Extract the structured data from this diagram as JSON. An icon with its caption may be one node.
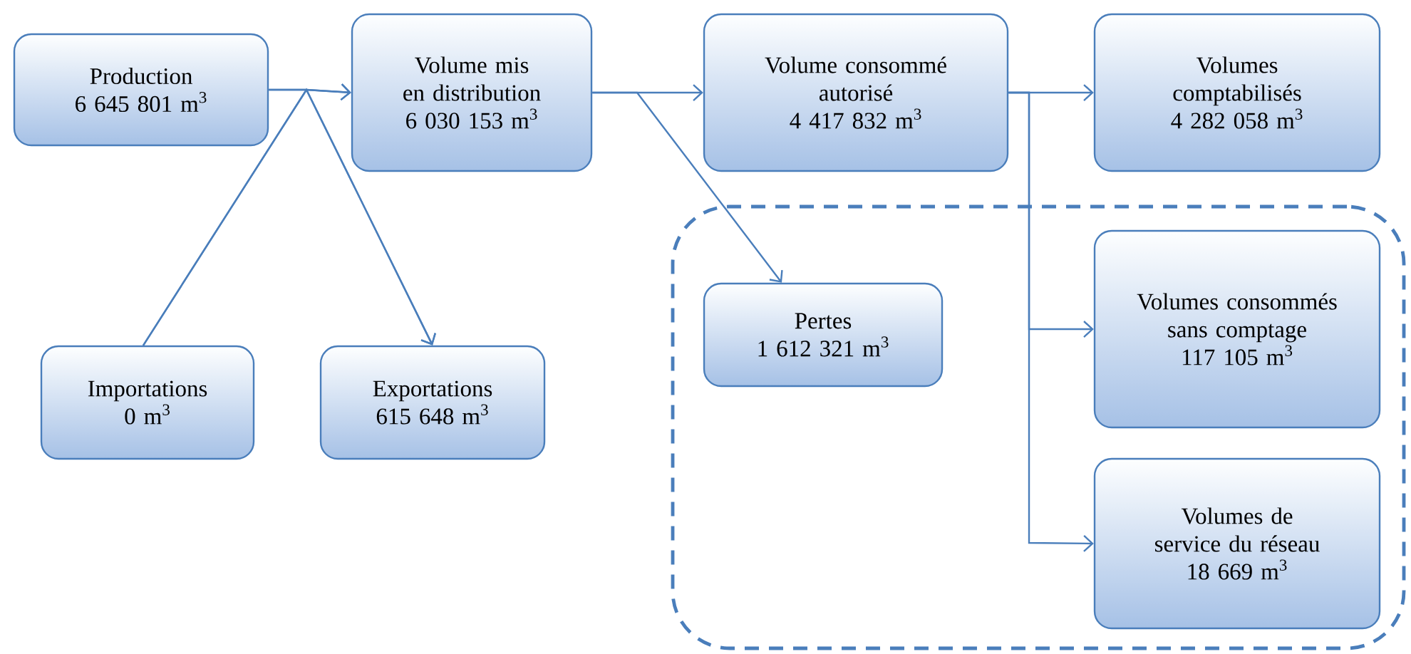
{
  "diagram": {
    "nodes": [
      {
        "text": [
          "Production",
          "6 645 801 m$^{3}$"
        ]
      },
      {
        "text": [
          "Volume mis en distribution",
          "6 030 153 m$^{3}$"
        ]
      },
      {
        "text": [
          "Volume consommé autorisé",
          "4 417 832 m$^{3}$"
        ]
      },
      {
        "text": [
          "Volumes comptabilisés",
          "4 282 058 m$^{3}$"
        ]
      },
      {
        "text": [
          "Importations",
          "0 m$^{3}$"
        ]
      },
      {
        "text": [
          "Exportations",
          "615 648 m$^{3}$"
        ]
      },
      {
        "text": [],
        "shape": "box"
      },
      {
        "text": [
          "Pertes",
          "1 612 321 m$^{3}$"
        ],
        "in": 6
      },
      {
        "text": [
          "Volumes consommés sans comptage",
          "117 105 m$^{3}$"
        ],
        "in": 6
      },
      {
        "text": [
          "Volumes de service du réseau",
          "18 669 m$^{3}$"
        ],
        "in": 6
      }
    ],
    "edges": [
      {
        "from": 0,
        "to": 1,
        "arrow": "to"
      },
      {
        "from": 0,
        "to": 5,
        "arrow": "to"
      },
      {
        "from": 4,
        "to": 1,
        "arrow": "to"
      },
      {
        "from": 4,
        "to": 5,
        "arrow": "to"
      },
      {
        "from": 1,
        "to": 2,
        "arrow": "to"
      },
      {
        "from": 1,
        "to": 7,
        "arrow": "to"
      },
      {
        "from": 2,
        "to": 3,
        "arrow": "to"
      },
      {
        "from": 2,
        "to": 8,
        "arrow": "to"
      },
      {
        "from": 2,
        "to": 9,
        "arrow": "to"
      }
    ]
  }
}
